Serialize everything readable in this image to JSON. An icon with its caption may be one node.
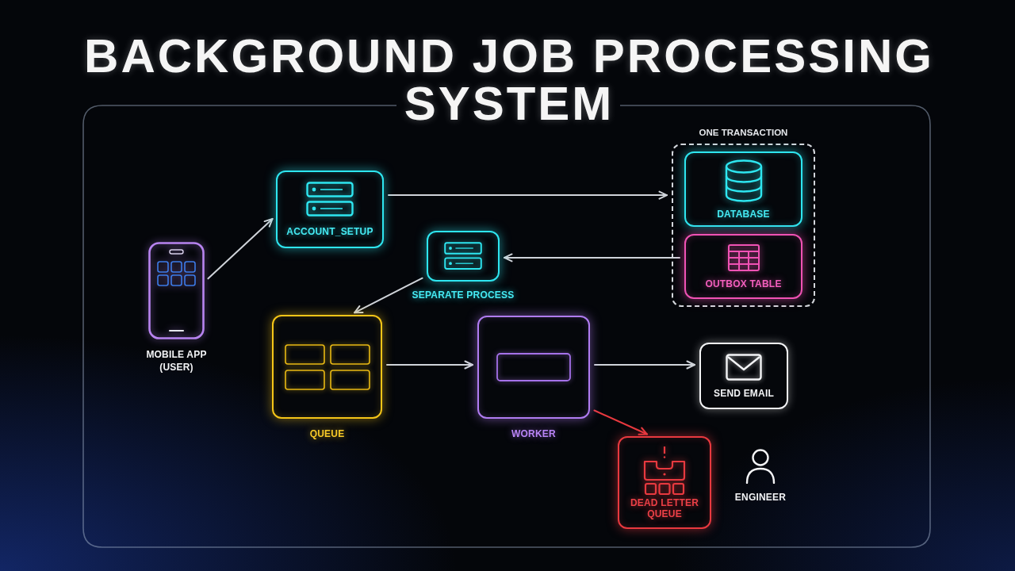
{
  "diagram": {
    "title": "BACKGROUND JOB PROCESSING SYSTEM",
    "nodes": [
      {
        "text": [
          "MOBILE APP (USER)"
        ]
      },
      {
        "text": [
          "ACCOUNT_SETUP"
        ]
      },
      {
        "text": [
          "ONE TRANSACTION"
        ]
      },
      {
        "text": [
          "DATABASE"
        ],
        "in": 2
      },
      {
        "text": [
          "OUTBOX TABLE"
        ],
        "in": 2
      },
      {
        "text": [
          "SEPARATE PROCESS"
        ]
      },
      {
        "text": [
          "QUEUE"
        ]
      },
      {
        "text": [
          "WORKER"
        ]
      },
      {
        "text": [
          "SEND EMAIL"
        ]
      },
      {
        "text": [
          "DEAD LETTER QUEUE"
        ]
      },
      {
        "text": [
          "ENGINEER"
        ]
      }
    ],
    "edges": [
      {
        "from": 0,
        "to": 1,
        "arrow": "to"
      },
      {
        "from": 1,
        "to": 2,
        "arrow": "to"
      },
      {
        "from": 4,
        "to": 5,
        "arrow": "to"
      },
      {
        "from": 5,
        "to": 6,
        "arrow": "to"
      },
      {
        "from": 6,
        "to": 7,
        "arrow": "to"
      },
      {
        "from": 7,
        "to": 8,
        "arrow": "to"
      },
      {
        "from": 7,
        "to": 9,
        "arrow": "to",
        "color": "#e8393f"
      }
    ]
  }
}
